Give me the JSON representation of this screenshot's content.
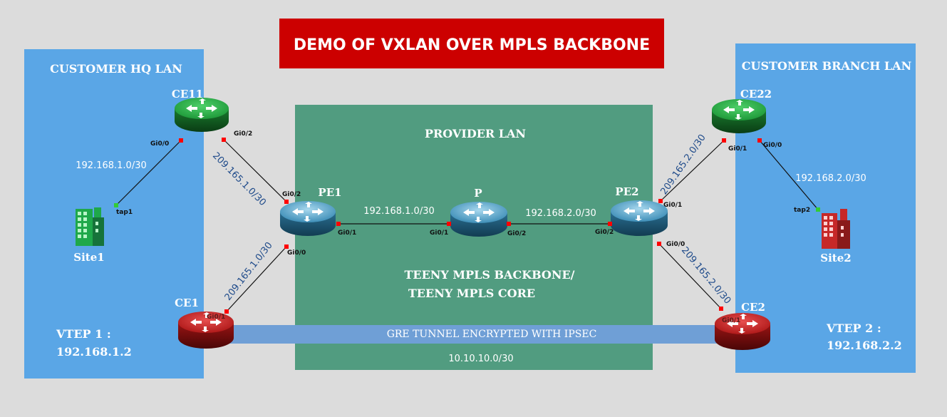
{
  "title": "DEMO OF VXLAN OVER MPLS BACKBONE",
  "zones": {
    "hq": "CUSTOMER HQ LAN",
    "branch": "CUSTOMER BRANCH LAN",
    "provider": "PROVIDER LAN",
    "core_line1": "TEENY MPLS BACKBONE/",
    "core_line2": "TEENY MPLS CORE"
  },
  "devices": {
    "ce11": "CE11",
    "ce22": "CE22",
    "pe1": "PE1",
    "p": "P",
    "pe2": "PE2",
    "ce1": "CE1",
    "ce2": "CE2",
    "site1": "Site1",
    "site2": "Site2"
  },
  "vtep": {
    "left_label": "VTEP 1 :",
    "left_ip": "192.168.1.2",
    "right_label": "VTEP 2 :",
    "right_ip": "192.168.2.2"
  },
  "tunnel": {
    "label": "GRE TUNNEL ENCRYPTED WITH IPSEC",
    "subnet": "10.10.10.0/30"
  },
  "subnets": {
    "hq_lan": "192.168.1.0/30",
    "branch_lan": "192.168.2.0/30",
    "pe1_p": "192.168.1.0/30",
    "p_pe2": "192.168.2.0/30",
    "ce11_pe1": "209.165.1.0/30",
    "pe1_ce1": "209.165.1.0/30",
    "ce22_pe2": "209.165.2.0/30",
    "pe2_ce2": "209.165.2.0/30"
  },
  "interfaces": {
    "ce11_gi00": "Gi0/0",
    "ce11_gi02": "Gi0/2",
    "tap1": "tap1",
    "pe1_gi02": "Gi0/2",
    "pe1_gi01": "Gi0/1",
    "pe1_gi00": "Gi0/0",
    "p_gi01": "Gi0/1",
    "p_gi02": "Gi0/2",
    "pe2_gi02": "Gi0/2",
    "pe2_gi01": "Gi0/1",
    "pe2_gi00": "Gi0/0",
    "ce22_gi01": "Gi0/1",
    "ce22_gi00": "Gi0/0",
    "tap2": "tap2",
    "ce1_gi01": "Gi0/1",
    "ce2_gi01": "Gi0/1"
  },
  "colors": {
    "background": "#dcdcdc",
    "customer_zone": "#5aa6e6",
    "provider_zone": "#519c80",
    "title_bg": "#cc0000",
    "tunnel": "#6f9fd6",
    "router_green": "#1f9a3a",
    "router_blue": "#2f7fa6",
    "router_red": "#b01a1a",
    "port_red": "#ff0000",
    "port_green": "#33cc33"
  },
  "icons": {
    "router": "router-icon",
    "building": "building-icon"
  }
}
